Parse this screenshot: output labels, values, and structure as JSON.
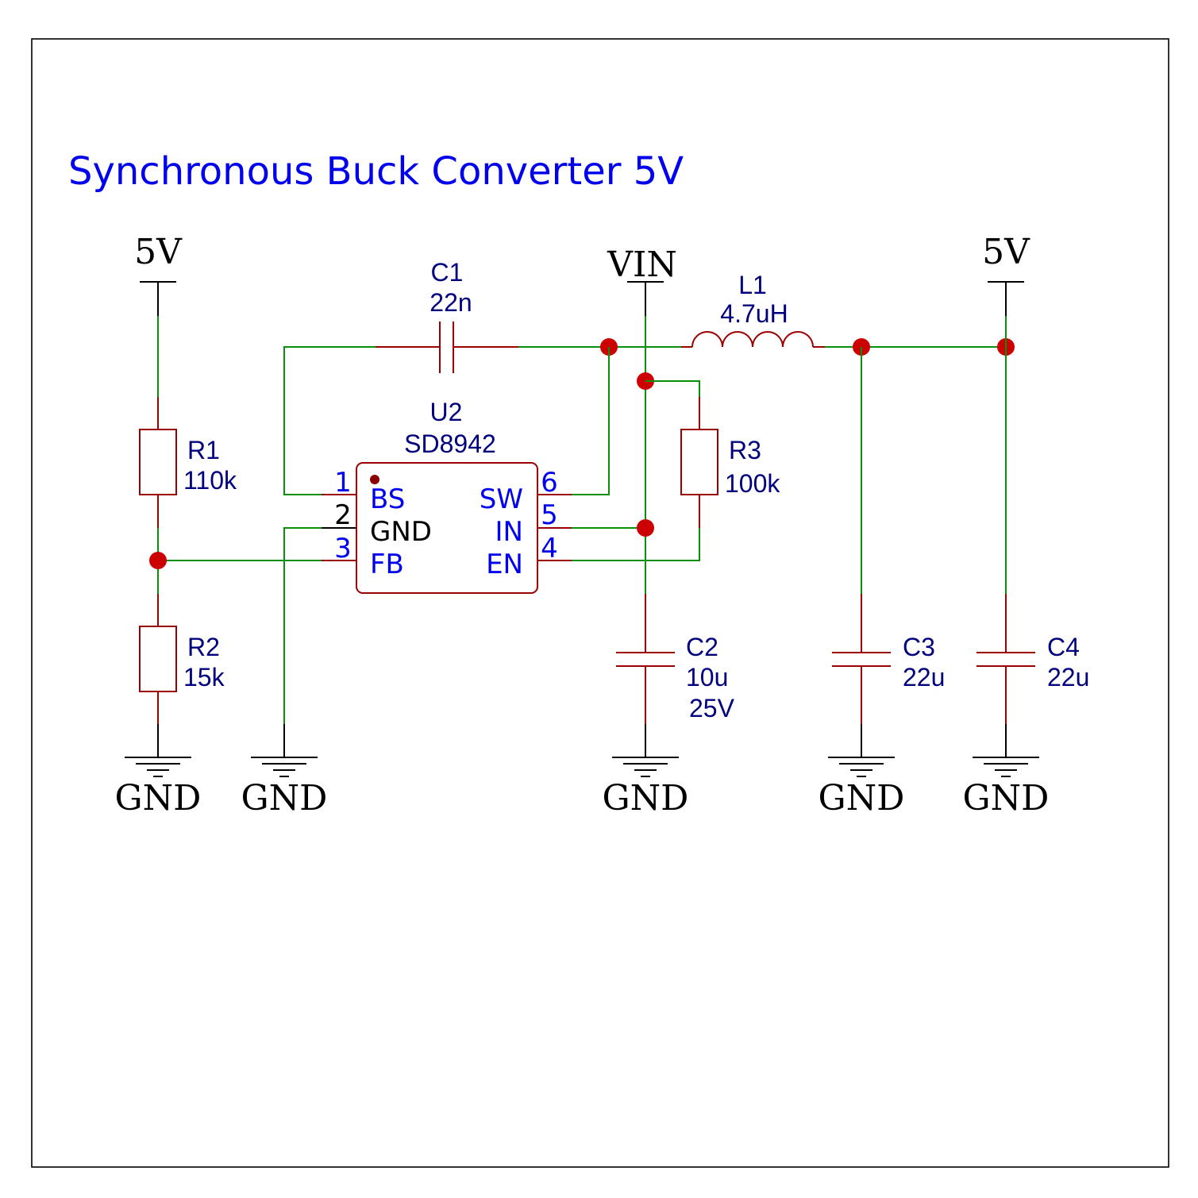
{
  "title": "Synchronous Buck Converter 5V",
  "colors": {
    "wire": "#0a8f0a",
    "component": "#9a0000",
    "junction": "#cc0000",
    "ref_text": "#00007f",
    "pin_text": "#0000ee"
  },
  "power_labels": {
    "vout_left": "5V",
    "vin": "VIN",
    "vout_right": "5V",
    "gnd_r2": "GND",
    "gnd_u2": "GND",
    "gnd_c2": "GND",
    "gnd_c3": "GND",
    "gnd_c4": "GND"
  },
  "components": {
    "R1": {
      "ref": "R1",
      "value": "110k"
    },
    "R2": {
      "ref": "R2",
      "value": "15k"
    },
    "R3": {
      "ref": "R3",
      "value": "100k"
    },
    "C1": {
      "ref": "C1",
      "value": "22n"
    },
    "C2": {
      "ref": "C2",
      "value": "10u",
      "rating": "25V"
    },
    "C3": {
      "ref": "C3",
      "value": "22u"
    },
    "C4": {
      "ref": "C4",
      "value": "22u"
    },
    "L1": {
      "ref": "L1",
      "value": "4.7uH"
    },
    "U2": {
      "ref": "U2",
      "value": "SD8942",
      "pins": [
        {
          "num": "1",
          "name": "BS"
        },
        {
          "num": "2",
          "name": "GND"
        },
        {
          "num": "3",
          "name": "FB"
        },
        {
          "num": "6",
          "name": "SW"
        },
        {
          "num": "5",
          "name": "IN"
        },
        {
          "num": "4",
          "name": "EN"
        }
      ]
    }
  }
}
